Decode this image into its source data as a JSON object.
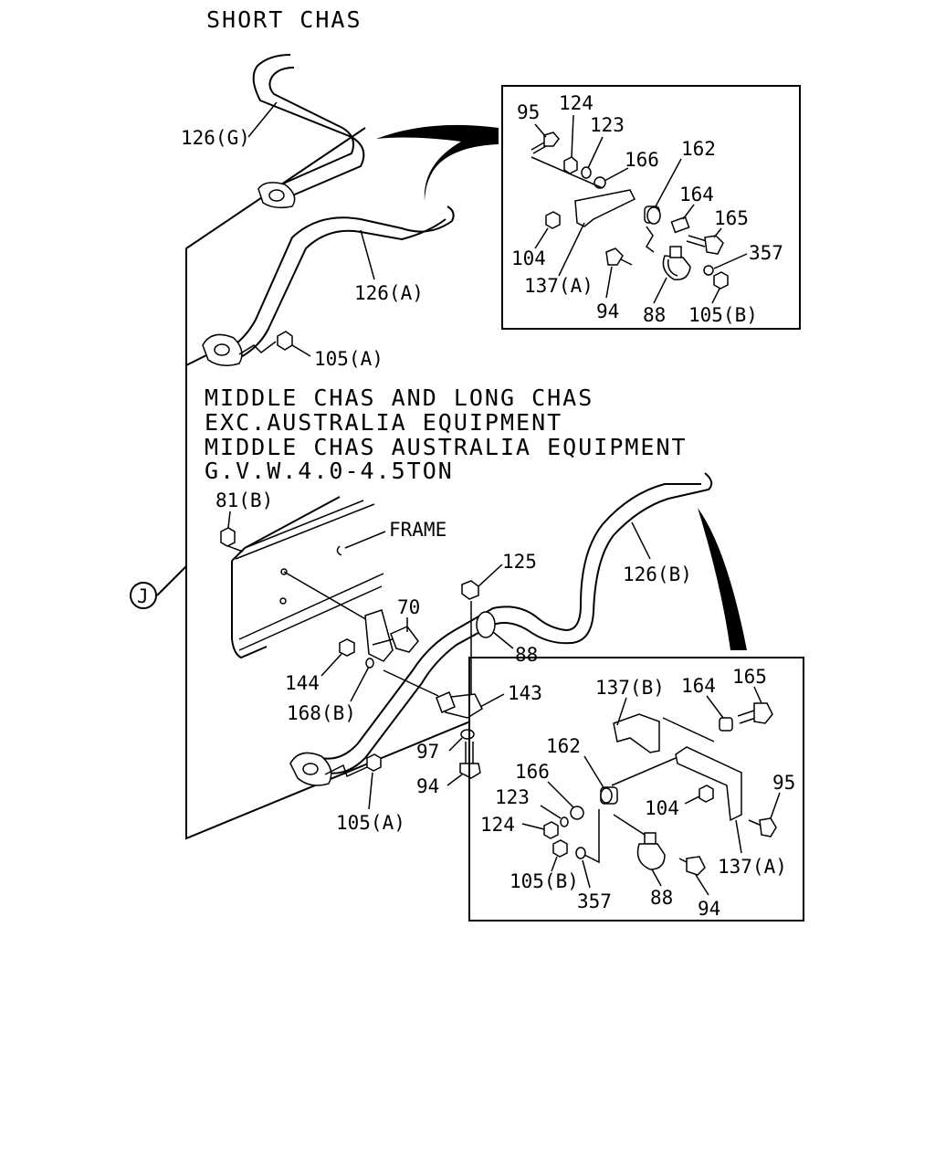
{
  "headings": {
    "short": "SHORT CHAS",
    "mid1": "MIDDLE CHAS AND LONG CHAS",
    "mid2": "EXC.AUSTRALIA EQUIPMENT",
    "mid3": "MIDDLE CHAS AUSTRALIA EQUIPMENT",
    "mid4": "G.V.W.4.0-4.5TON"
  },
  "ref_marker": "J",
  "frame_label": "FRAME",
  "upper_labels": {
    "pipe_g": "126(G)",
    "pipe_a": "126(A)",
    "nut_105a": "105(A)"
  },
  "inset_top": {
    "p95": "95",
    "p124": "124",
    "p123": "123",
    "p166": "166",
    "p162": "162",
    "p164": "164",
    "p165": "165",
    "p357": "357",
    "p104": "104",
    "p137a": "137(A)",
    "p94": "94",
    "p88": "88",
    "p105b": "105(B)"
  },
  "lower_labels": {
    "p81b": "81(B)",
    "p125": "125",
    "p126b": "126(B)",
    "p70": "70",
    "p88": "88",
    "p144": "144",
    "p143": "143",
    "p168b": "168(B)",
    "p97": "97",
    "p94": "94",
    "p105a": "105(A)"
  },
  "inset_bottom": {
    "p137b": "137(B)",
    "p164": "164",
    "p165": "165",
    "p162": "162",
    "p166": "166",
    "p95": "95",
    "p123": "123",
    "p104": "104",
    "p124": "124",
    "p137a": "137(A)",
    "p105b": "105(B)",
    "p357": "357",
    "p88": "88",
    "p94": "94"
  }
}
